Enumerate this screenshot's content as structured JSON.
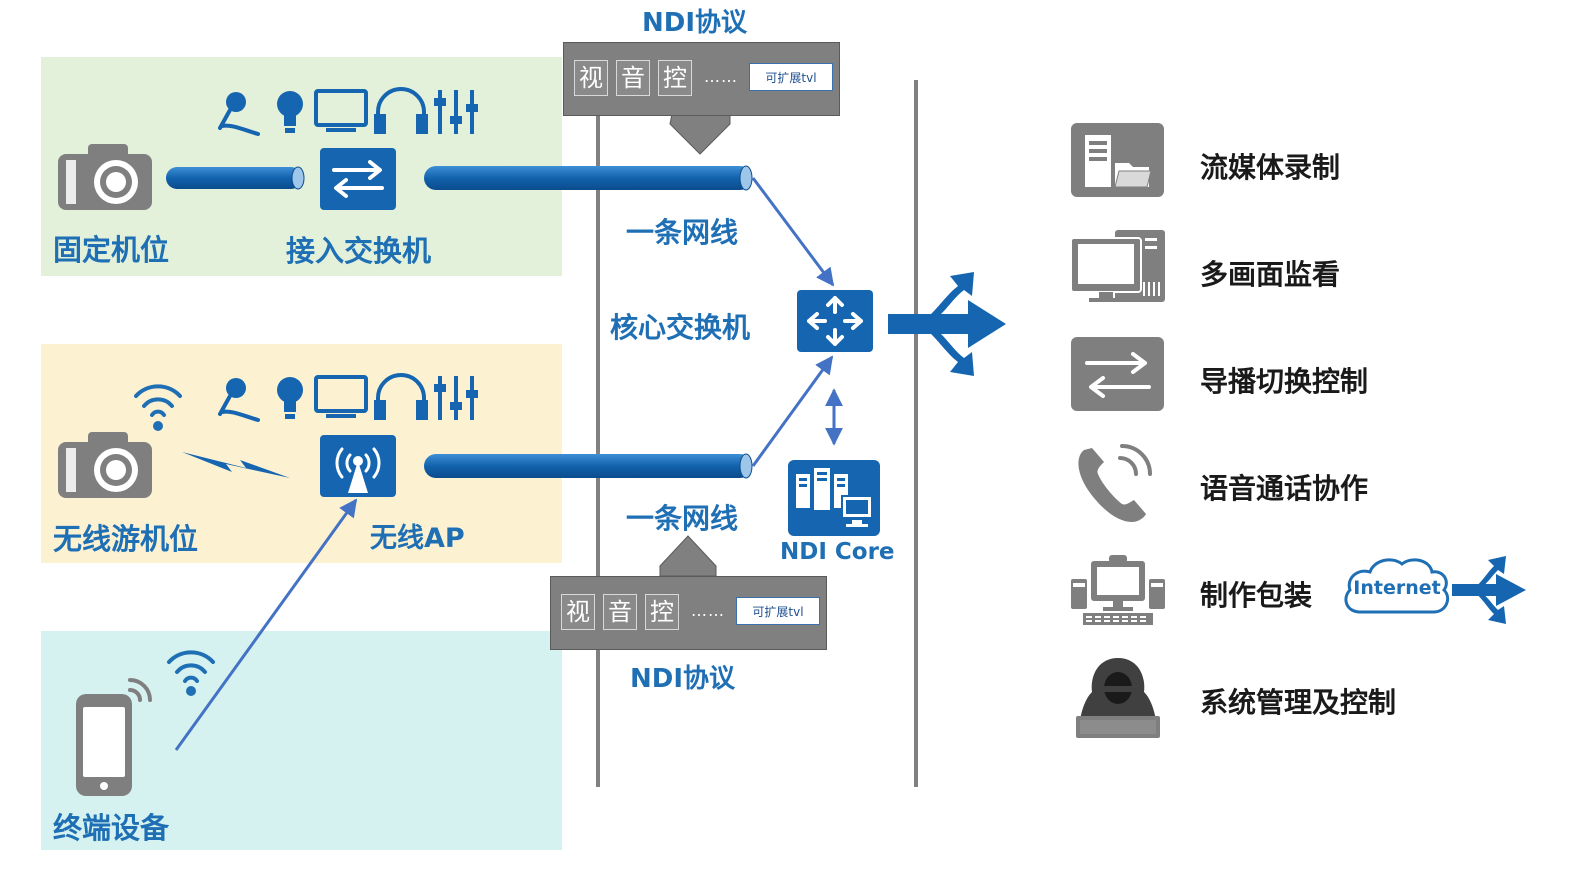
{
  "zones": {
    "fixed": {
      "camera_label": "固定机位",
      "switch_label": "接入交换机"
    },
    "wireless": {
      "camera_label": "无线游机位",
      "ap_label": "无线AP"
    },
    "terminal": {
      "device_label": "终端设备"
    }
  },
  "center": {
    "protocol_top": "NDI协议",
    "protocol_bottom": "NDI协议",
    "cable_top": "一条网线",
    "cable_bottom": "一条网线",
    "core_switch": "核心交换机",
    "ndi_core": "NDI Core",
    "chips_top": [
      "视",
      "音",
      "控"
    ],
    "chips_bottom": [
      "视",
      "音",
      "控"
    ],
    "dots": "……",
    "extensible_top": "可扩展tvl",
    "extensible_bottom": "可扩展tvl"
  },
  "services": [
    {
      "label": "流媒体录制",
      "icon": "server-folder-icon"
    },
    {
      "label": "多画面监看",
      "icon": "monitor-tower-icon"
    },
    {
      "label": "导播切换控制",
      "icon": "switch-arrows-icon"
    },
    {
      "label": "语音通话协作",
      "icon": "phone-call-icon"
    },
    {
      "label": "制作包装",
      "icon": "workstation-icon"
    },
    {
      "label": "系统管理及控制",
      "icon": "operator-icon"
    }
  ],
  "internet": {
    "label": "Internet"
  },
  "colors": {
    "fixed_zone": "#e3f1da",
    "wireless_zone": "#fcf2d2",
    "terminal_zone": "#d5f2f0",
    "accent_blue": "#1f6fb5",
    "device_blue": "#1565b0",
    "icon_gray": "#7f7f7f"
  }
}
